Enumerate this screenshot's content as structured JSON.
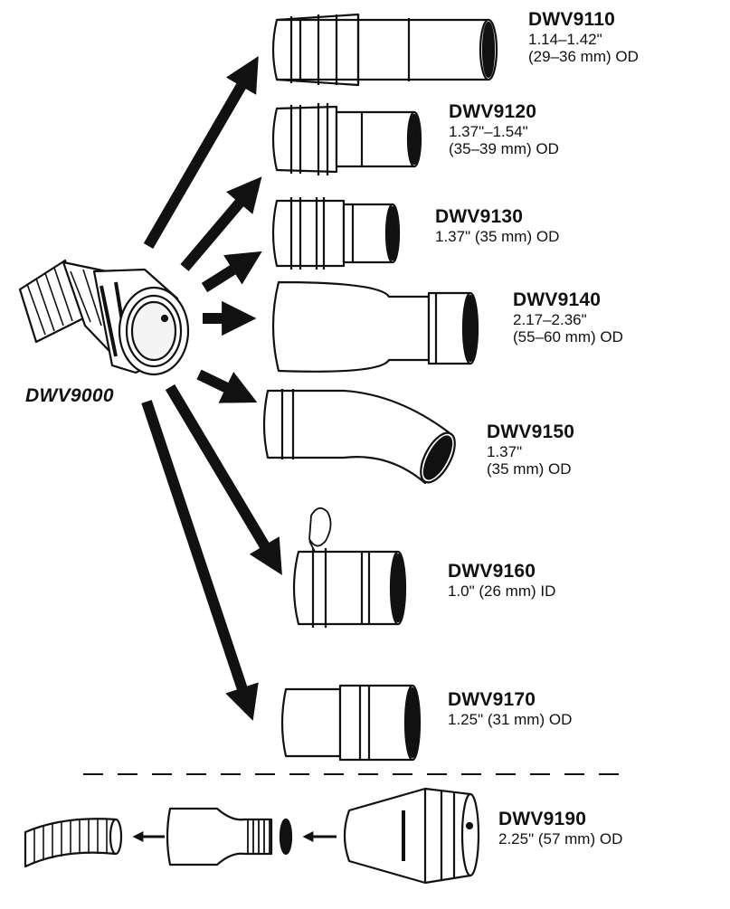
{
  "hub": {
    "code": "DWV9000"
  },
  "adapters": [
    {
      "id": "dwv9110",
      "code": "DWV9110",
      "spec_lines": [
        "1.14–1.42\"",
        "(29–36 mm) OD"
      ]
    },
    {
      "id": "dwv9120",
      "code": "DWV9120",
      "spec_lines": [
        "1.37\"–1.54\"",
        "(35–39 mm) OD"
      ]
    },
    {
      "id": "dwv9130",
      "code": "DWV9130",
      "spec_lines": [
        "1.37\" (35 mm) OD"
      ]
    },
    {
      "id": "dwv9140",
      "code": "DWV9140",
      "spec_lines": [
        "2.17–2.36\"",
        "(55–60 mm) OD"
      ]
    },
    {
      "id": "dwv9150",
      "code": "DWV9150",
      "spec_lines": [
        "1.37\"",
        "(35 mm) OD"
      ]
    },
    {
      "id": "dwv9160",
      "code": "DWV9160",
      "spec_lines": [
        "1.0\" (26 mm) ID"
      ]
    },
    {
      "id": "dwv9170",
      "code": "DWV9170",
      "spec_lines": [
        "1.25\" (31 mm) OD"
      ]
    }
  ],
  "bottom_kit": {
    "code": "DWV9190",
    "spec_lines": [
      "2.25\" (57 mm) OD"
    ]
  },
  "colors": {
    "ink": "#111111",
    "paper": "#ffffff"
  }
}
